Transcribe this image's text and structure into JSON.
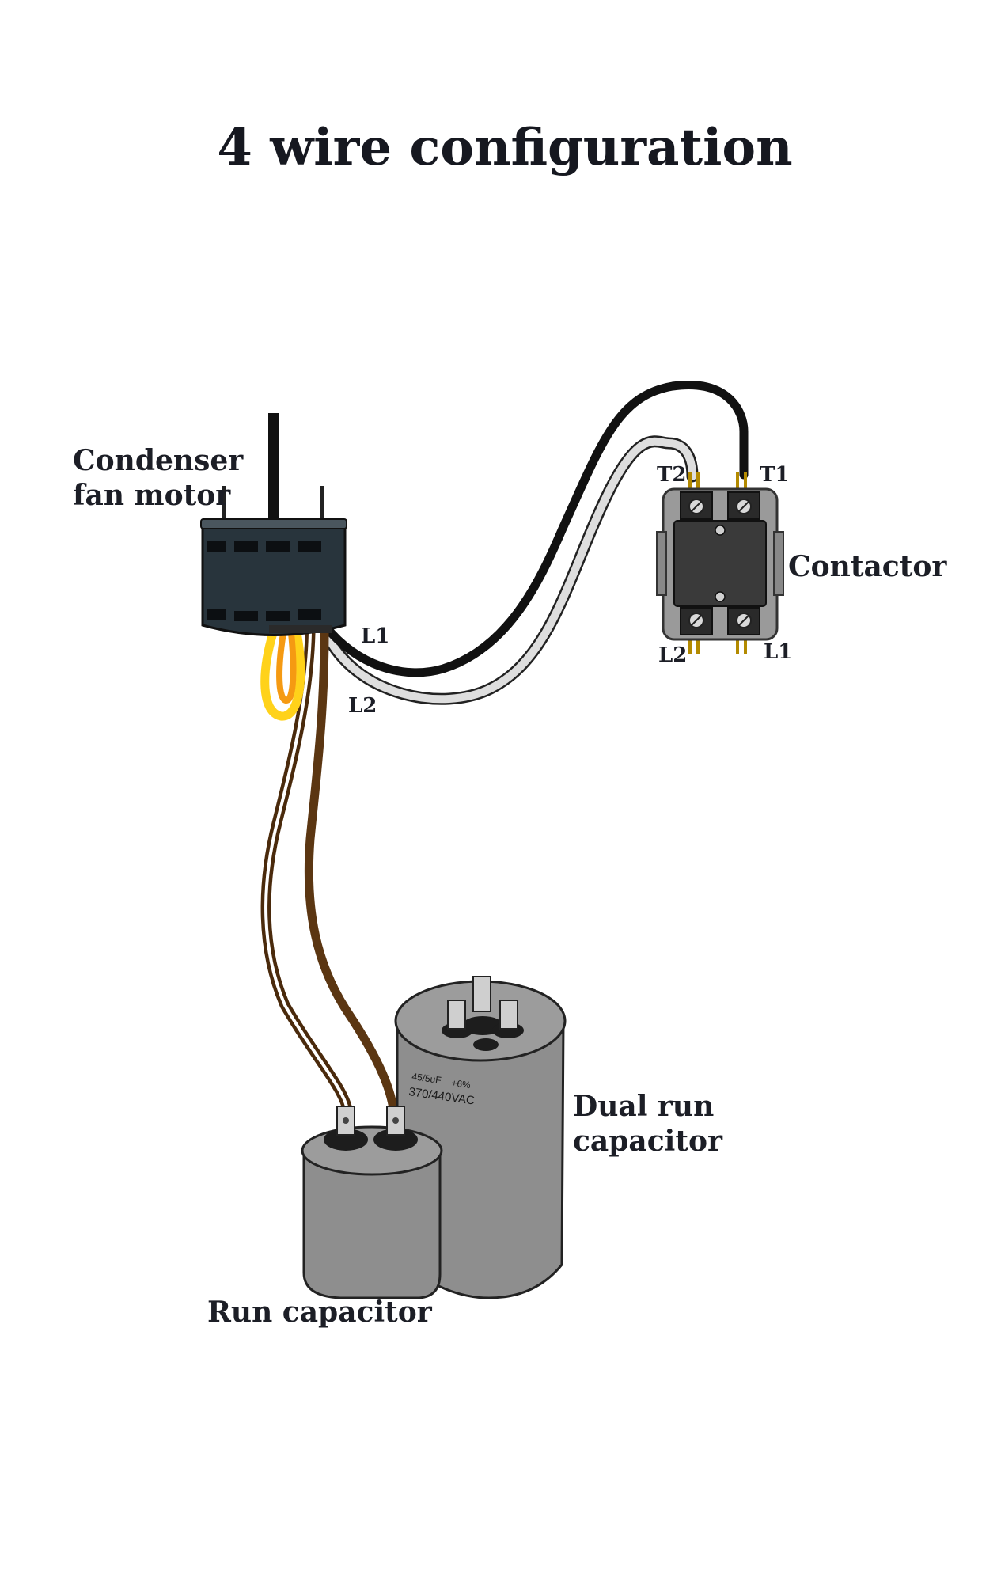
{
  "title": "4 wire configuration",
  "labels": {
    "motor_line1": "Condenser",
    "motor_line2": "fan motor",
    "contactor": "Contactor",
    "dual_line1": "Dual run",
    "dual_line2": "capacitor",
    "run_cap": "Run capacitor"
  },
  "terminals": {
    "motor_l1": "L1",
    "motor_l2": "L2",
    "t1": "T1",
    "t2": "T2",
    "l1": "L1",
    "l2": "L2"
  },
  "dual_cap_print": {
    "rating": "45/5uF",
    "tolerance": "+6%",
    "voltage": "370/440VAC"
  },
  "colors": {
    "wire_black": "#111111",
    "wire_white": "#dcdcdc",
    "wire_brown": "#5b3612",
    "wire_yellow": "#ffd21a",
    "wire_orange": "#f59a12",
    "motor_body": "#28343c",
    "capacitor": "#8e8e8e",
    "contactor_body": "#3a3a3a"
  }
}
